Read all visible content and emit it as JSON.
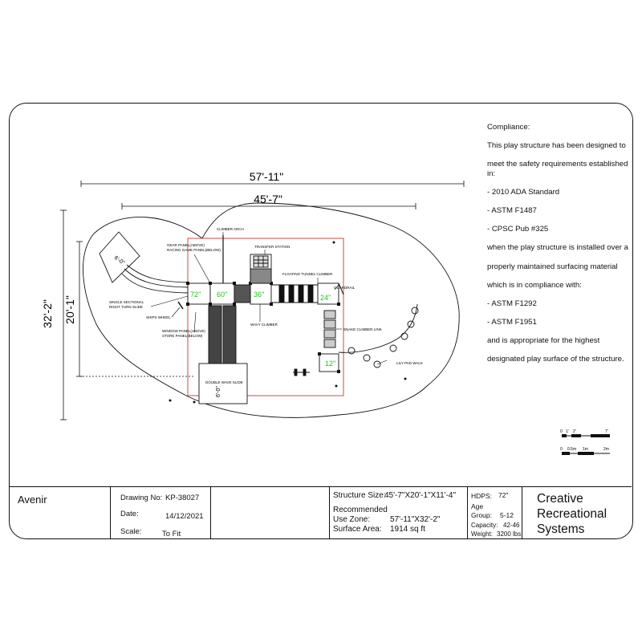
{
  "compliance": {
    "title": "Compliance:",
    "lines": [
      "This play structure has been designed to",
      "meet the safety requirements established in:",
      "- 2010 ADA Standard",
      "- ASTM F1487",
      "- CPSC Pub #325",
      "when the play structure is installed over a",
      "properly maintained surfacing material",
      "which is in compliance with:",
      "- ASTM F1292",
      "- ASTM F1951",
      "and is appropriate for the highest",
      "designated play surface of the structure."
    ]
  },
  "dimensions": {
    "overall_width": "57'-11\"",
    "structure_width": "45'-7\"",
    "overall_depth": "32'-2\"",
    "structure_depth": "20'-1\"",
    "slide_box_top": "6'-0\"",
    "slide_box_bottom": "6'-0\""
  },
  "deck_heights": [
    "72\"",
    "60\"",
    "36\"",
    "24\"",
    "12\""
  ],
  "components": {
    "climber_arch": "CLIMBER ARCH",
    "gear_panel": "GEAR PANEL(ABOVE)",
    "racing_panel": "RACING GAME PANEL(BELOW)",
    "transfer_station": "TRANSFER STATION",
    "floating_tunnel": "FLOATING TUNNEL CLIMBER",
    "guardrail": "GUARDRAIL",
    "single_slide_1": "SINGLE SECTIONAL",
    "single_slide_2": "RIGHT TURN SLIDE",
    "ships_wheel": "SHIPS WHEEL",
    "wavy_climber": "WAVY CLIMBER",
    "window_panel": "WINDOW PANEL(ABOVE)",
    "store_panel": "STORE PANEL(BELOW)",
    "snake_climber": "SNAKE CLIMBER LINK",
    "lily_pad": "LILY PAD WALK",
    "double_wave": "DOUBLE WAVE SLIDE"
  },
  "scale_bar": {
    "imperial": [
      "0",
      "1'",
      "2'",
      "7'"
    ],
    "metric": [
      "0",
      "0.5m",
      "1m",
      "2m"
    ]
  },
  "title_block": {
    "project": "Avenir",
    "drawing_no_label": "Drawing No:",
    "drawing_no": "KP-38027",
    "date_label": "Date:",
    "date": "14/12/2021",
    "scale_label": "Scale:",
    "scale": "To Fit",
    "structure_size_label": "Structure Size:",
    "structure_size": "45'-7\"X20'-1\"X11'-4\"",
    "recommended_label": "Recommended",
    "use_zone_label": "Use Zone:",
    "use_zone": "57'-11\"X32'-2\"",
    "surface_area_label": "Surface Area:",
    "surface_area": "1914 sq ft",
    "hdps_label": "HDPS:",
    "hdps": "72\"",
    "age_label": "Age",
    "age_group_label": "Group:",
    "age_group": "5-12",
    "capacity_label": "Capacity:",
    "capacity": "42-46",
    "weight_label": "Weight:",
    "weight": "3200 lbs",
    "company": "Creative\nRecreational\nSystems"
  },
  "colors": {
    "deck_label": "#22c41a",
    "boundary": "#d33333",
    "line": "#111111"
  }
}
